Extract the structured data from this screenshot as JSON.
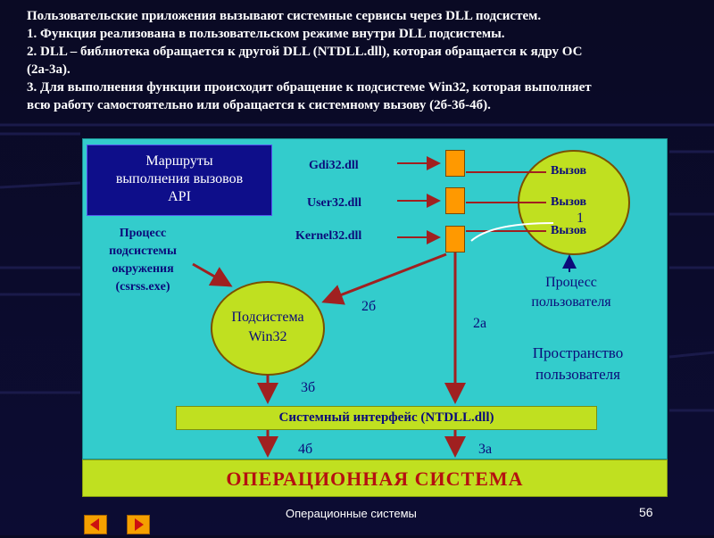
{
  "heading": {
    "line1": "Пользовательские приложения вызывают системные сервисы через DLL подсистем.",
    "line2": "1. Функция реализована в пользовательском режиме внутри DLL подсистемы.",
    "line3": "2. DLL – библиотека обращается к другой DLL (NTDLL.dll), которая обращается к ядру ОС",
    "line4": "(2а-3а).",
    "line5": "3. Для выполнения функции происходит обращение к подсистеме Win32, которая выполняет",
    "line6": "всю работу самостоятельно или обращается к системному вызову (2б-3б-4б)."
  },
  "diagram": {
    "legend_line1": "Маршруты",
    "legend_line2": "выполнения вызовов",
    "legend_line3": "API",
    "dll": [
      "Gdi32.dll",
      "User32.dll",
      "Kernel32.dll"
    ],
    "calls": [
      "Вызов",
      "Вызов",
      "Вызов"
    ],
    "marker_1": "1",
    "env_process": [
      "Процесс",
      "подсистемы",
      "окружения",
      "(csrss.exe)"
    ],
    "win32": [
      "Подсистема",
      "Win32"
    ],
    "user_process": [
      "Процесс",
      "пользователя"
    ],
    "user_space": [
      "Пространство",
      "пользователя"
    ],
    "labels": {
      "l2b": "2б",
      "l2a": "2а",
      "l3b": "3б",
      "l4b": "4б",
      "l3a": "3а"
    },
    "sys_interface": "Системный интерфейс (NTDLL.dll)",
    "os": "ОПЕРАЦИОННАЯ СИСТЕМА"
  },
  "footer": {
    "title": "Операционные системы",
    "page": "56"
  },
  "colors": {
    "accent": "#33cccc",
    "bar": "#c0e020",
    "node": "#ff9900",
    "arrow": "#a02020"
  }
}
